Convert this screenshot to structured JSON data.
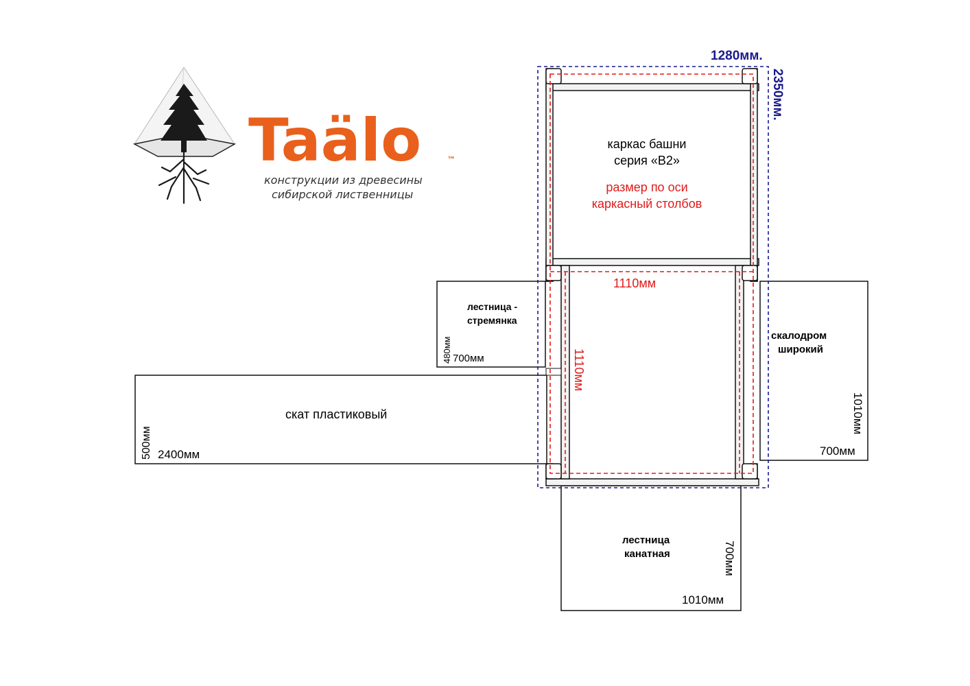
{
  "logo": {
    "brand": "Taälo",
    "trademark": "™",
    "slogan_line1": "конструкции из древесины",
    "slogan_line2": "сибирской лиственницы"
  },
  "dimensions": {
    "outer_width": "1280мм.",
    "outer_length": "2350мм.",
    "axis_width": "1110мм",
    "axis_length": "1110мм"
  },
  "tower": {
    "title_line1": "каркас башни",
    "title_line2": "серия «В2»",
    "note_line1": "размер по оси",
    "note_line2": "каркасный столбов"
  },
  "attachments": {
    "stepladder": {
      "line1": "лестница -",
      "line2": "стремянка",
      "width": "700мм",
      "depth": "480мм"
    },
    "slide": {
      "label": "скат  пластиковый",
      "length": "2400мм",
      "width": "500мм"
    },
    "climbing_wall": {
      "line1": "скалодром",
      "line2": "широкий",
      "length": "1010мм",
      "width": "700мм"
    },
    "rope_ladder": {
      "line1": "лестница",
      "line2": "канатная",
      "length": "700мм",
      "width": "1010мм"
    }
  },
  "colors": {
    "brand_orange": "#e8601c",
    "outline": "#111111",
    "axis_red": "#e01b1b",
    "outer_blue": "#1a1a8c",
    "frame_fill": "#f2f2f2"
  }
}
